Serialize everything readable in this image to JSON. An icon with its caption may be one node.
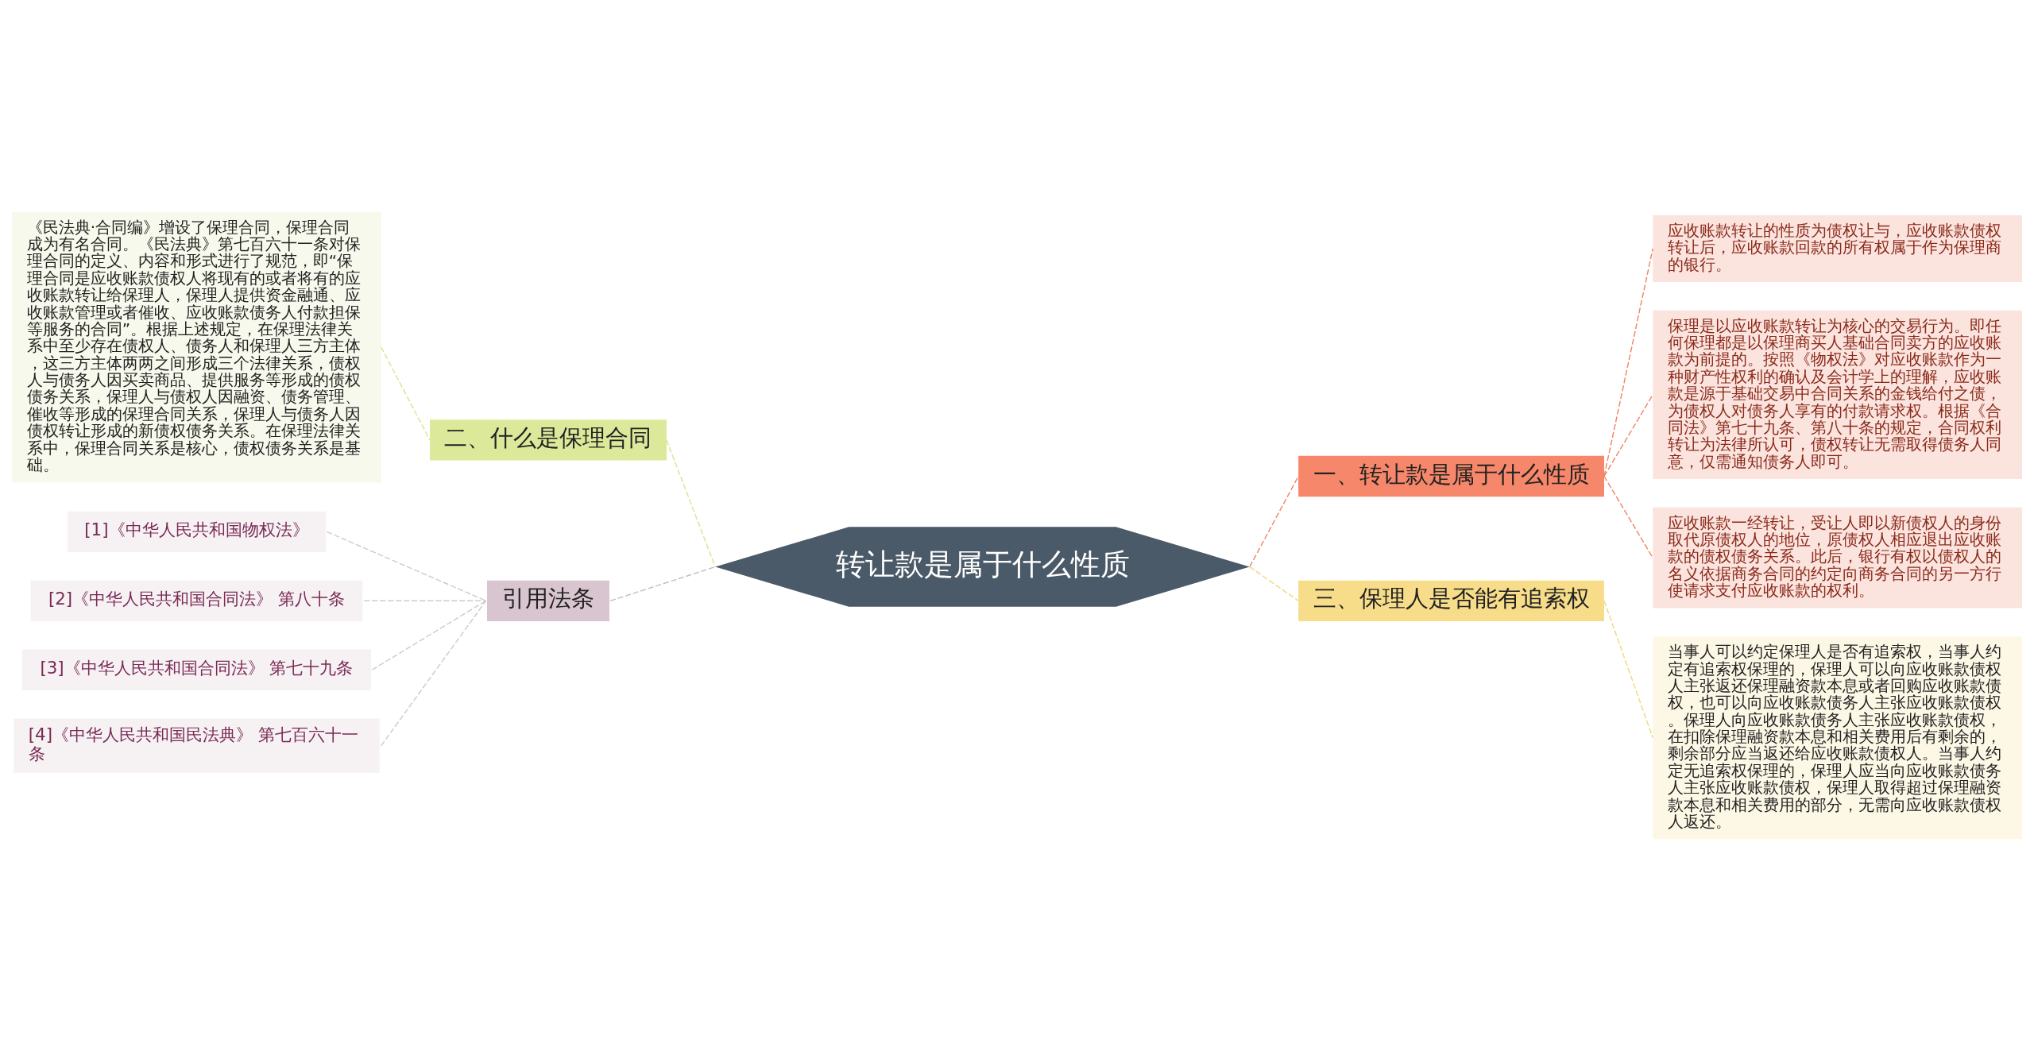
{
  "diagram": {
    "nodes": [
      {
        "text": [
          "转让款是属于什么性质"
        ]
      },
      {
        "text": [
          "一、转让款是属于什么性质"
        ]
      },
      {
        "text": [
          "应收账款转让的性质为债权让与，应收账款债权转让后，应收账款回款的所有权属于作为保理商的银行。"
        ]
      },
      {
        "text": [
          "保理是以应收账款转让为核心的交易行为。即任何保理都是以保理商买人基础合同卖方的应收账款为前提的。按照《物权法》对应收账款作为一种财产性权利的确认及会计学上的理解，应收账款是源于基础交易中合同关系的金钱给付之债，为债权人对债务人享有的付款请求权。根据《合同法》第七十九条、第八十条的规定，合同权利转让为法律所认可，债权转让无需取得债务人同意，仅需通知债务人即可。"
        ]
      },
      {
        "text": [
          "应收账款一经转让，受让人即以新债权人的身份取代原债权人的地位，原债权人相应退出应收账款的债权债务关系。此后，银行有权以债权人的名义依据商务合同的约定向商务合同的另一方行使请求支付应收账款的权利。"
        ]
      },
      {
        "text": [
          "三、保理人是否能有追索权"
        ]
      },
      {
        "text": [
          "当事人可以约定保理人是否有追索权，当事人约定有追索权保理的，保理人可以向应收账款债权人主张返还保理融资款本息或者回购应收账款债权，也可以向应收账款债务人主张应收账款债权。保理人向应收账款债务人主张应收账款债权，在扣除保理融资款本息和相关费用后有剩余的，剩余部分应当返还给应收账款债权人。当事人约定无追索权保理的，保理人应当向应收账款债务人主张应收账款债权，保理人取得超过保理融资款本息和相关费用的部分，无需向应收账款债权人返还。"
        ]
      },
      {
        "text": [
          "二、什么是保理合同"
        ]
      },
      {
        "text": [
          "《民法典·合同编》增设了保理合同，保理合同成为有名合同。《民法典》第七百六十一条对保理合同的定义、内容和形式进行了规范，即“保理合同是应收账款债权人将现有的或者将有的应收账款转让给保理人，保理人提供资金融通、应收账款管理或者催收、应收账款债务人付款担保等服务的合同”。根据上述规定，在保理法律关系中至少存在债权人、债务人和保理人三方主体，这三方主体两两之间形成三个法律关系，债权人与债务人因买卖商品、提供服务等形成的债权债务关系，保理人与债权人因融资、债务管理、催收等形成的保理合同关系，保理人与债务人因债权转让形成的新债权债务关系。在保理法律关系中，保理合同关系是核心，债权债务关系是基础。"
        ]
      },
      {
        "text": [
          "引用法条"
        ]
      },
      {
        "text": [
          "[1]《中华人民共和国物权法》"
        ]
      },
      {
        "text": [
          "[2]《中华人民共和国合同法》 第八十条"
        ]
      },
      {
        "text": [
          "[3]《中华人民共和国合同法》 第七十九条"
        ]
      },
      {
        "text": [
          "[4]《中华人民共和国民法典》 第七百六十一条"
        ]
      }
    ],
    "edges": [
      {
        "from": 0,
        "to": 1,
        "arrow": "none",
        "style": "dashed",
        "color": "#f08466"
      },
      {
        "from": 1,
        "to": 2,
        "arrow": "none",
        "style": "dashed",
        "color": "#f08466"
      },
      {
        "from": 1,
        "to": 3,
        "arrow": "none",
        "style": "dashed",
        "color": "#f08466"
      },
      {
        "from": 1,
        "to": 4,
        "arrow": "none",
        "style": "dashed",
        "color": "#f08466"
      },
      {
        "from": 0,
        "to": 5,
        "arrow": "none",
        "style": "dashed",
        "color": "#f2d77c"
      },
      {
        "from": 5,
        "to": 6,
        "arrow": "none",
        "style": "dashed",
        "color": "#f2d77c"
      },
      {
        "from": 0,
        "to": 7,
        "arrow": "none",
        "style": "dashed",
        "color": "#d9e58f"
      },
      {
        "from": 7,
        "to": 8,
        "arrow": "none",
        "style": "dashed",
        "color": "#d9e58f"
      },
      {
        "from": 0,
        "to": 9,
        "arrow": "none",
        "style": "dashed",
        "color": "#cbb9c3"
      },
      {
        "from": 9,
        "to": 10,
        "arrow": "none",
        "style": "dashed",
        "color": "#cccccc"
      },
      {
        "from": 9,
        "to": 11,
        "arrow": "none",
        "style": "dashed",
        "color": "#cccccc"
      },
      {
        "from": 9,
        "to": 12,
        "arrow": "none",
        "style": "dashed",
        "color": "#cccccc"
      },
      {
        "from": 9,
        "to": 13,
        "arrow": "none",
        "style": "dashed",
        "color": "#cccccc"
      }
    ]
  }
}
